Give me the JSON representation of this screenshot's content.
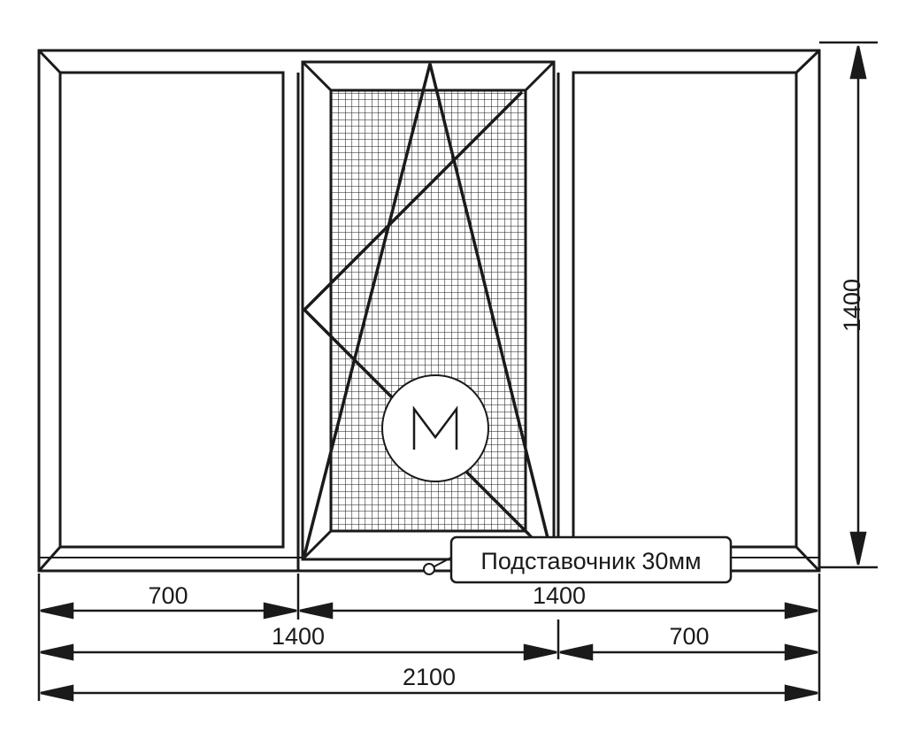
{
  "dimensions": {
    "left_sash_width": "700",
    "middle_width_from_left": "1400",
    "middle_width_from_right": "1400",
    "right_sash_width": "700",
    "total_width": "2100",
    "total_height": "1400"
  },
  "callout": {
    "label": "Подставочник 30мм"
  },
  "logo": {
    "letter": "M"
  },
  "colors": {
    "line": "#1a1a1a",
    "background": "#ffffff"
  },
  "icons": {
    "logo": "circle-logo-icon",
    "callout_marker": "small-circle-marker-icon"
  }
}
